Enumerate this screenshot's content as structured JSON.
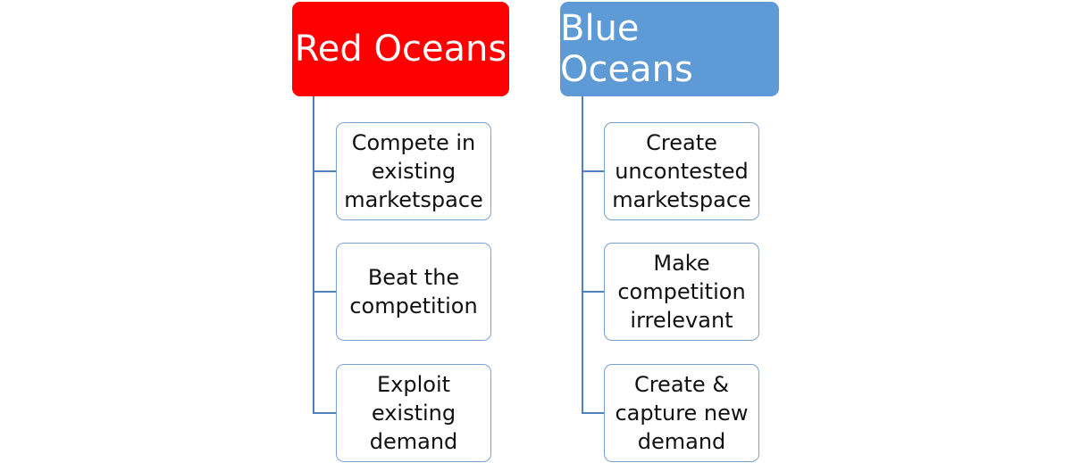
{
  "colors": {
    "red_header": "#ff0000",
    "blue_header": "#5e9ad6",
    "connector": "#4f81bd",
    "item_border": "#7aa1cf"
  },
  "columns": [
    {
      "key": "red",
      "title": "Red Oceans",
      "items": [
        "Compete in existing marketspace",
        "Beat the competition",
        "Exploit existing demand"
      ]
    },
    {
      "key": "blue",
      "title": "Blue Oceans",
      "items": [
        "Create uncontested marketspace",
        "Make competition irrelevant",
        "Create & capture new demand"
      ]
    }
  ]
}
